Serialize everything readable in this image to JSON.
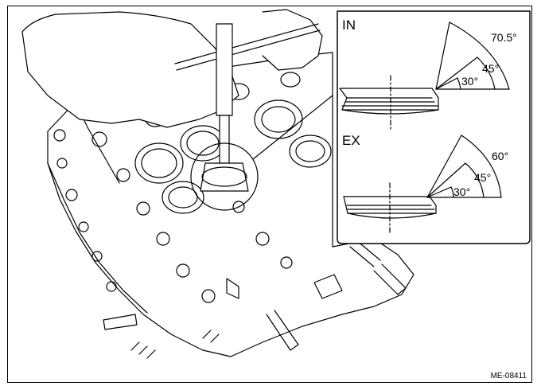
{
  "diagram_code": "ME-08411",
  "intake": {
    "label": "IN",
    "angles": [
      "70.5°",
      "45°",
      "30°"
    ]
  },
  "exhaust": {
    "label": "EX",
    "angles": [
      "60°",
      "45°",
      "30°"
    ]
  },
  "colors": {
    "line": "#000000",
    "background": "#ffffff"
  }
}
